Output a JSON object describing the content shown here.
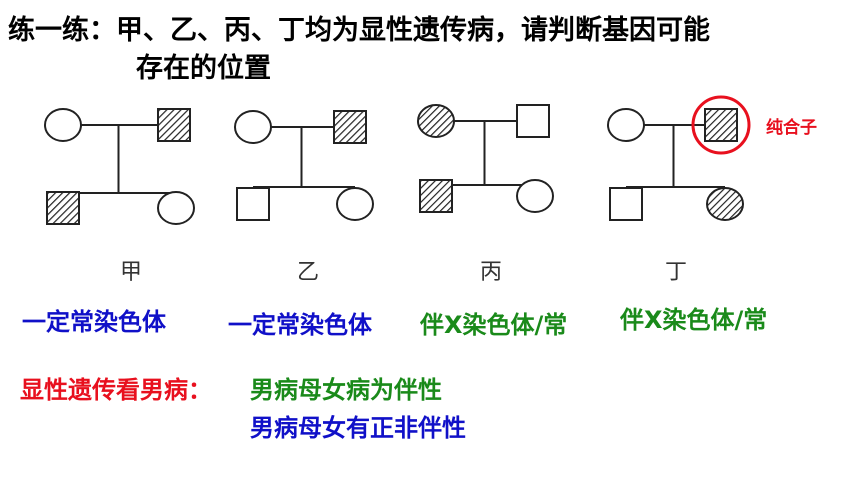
{
  "title": {
    "line1": "练一练：甲、乙、丙、丁均为显性遗传病，请判断基因可能",
    "line2": "存在的位置"
  },
  "colors": {
    "blue": "#1010c8",
    "green": "#1a8a1a",
    "red": "#e8101e",
    "line": "#222222"
  },
  "pedigrees": [
    {
      "label": "甲",
      "answer": "一定常染色体",
      "answer_color": "blue",
      "father": "circle",
      "mother": "affected-square",
      "children": [
        "affected-square",
        "circle"
      ]
    },
    {
      "label": "乙",
      "answer": "一定常染色体",
      "answer_color": "blue",
      "father": "circle",
      "mother": "affected-square",
      "children": [
        "square",
        "circle"
      ]
    },
    {
      "label": "丙",
      "answer": "伴X染色体/常",
      "answer_color": "green",
      "father": "affected-circle",
      "mother": "square",
      "children": [
        "affected-square",
        "circle"
      ]
    },
    {
      "label": "丁",
      "answer": "伴X染色体/常",
      "answer_color": "green",
      "father": "circle",
      "mother": "affected-square",
      "children": [
        "square",
        "affected-circle"
      ]
    }
  ],
  "annotation": {
    "text": "纯合子"
  },
  "rule": {
    "lead": "显性遗传看男病：",
    "line1": "男病母女病为伴性",
    "line2": "男病母女有正非伴性"
  }
}
